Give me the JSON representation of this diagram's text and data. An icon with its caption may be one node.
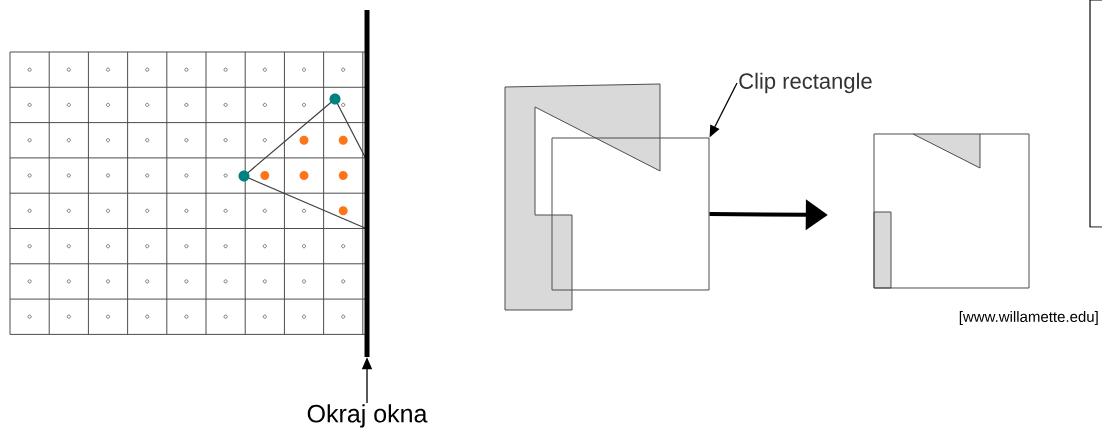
{
  "diagram": {
    "nodes": [
      {
        "text": [
          "Okraj okna"
        ]
      },
      {
        "text": [],
        "shape": "bar"
      },
      {
        "text": [
          "Clip rectangle"
        ]
      },
      {
        "text": [],
        "shape": "picture"
      },
      {
        "text": [],
        "shape": "box"
      },
      {
        "text": [],
        "shape": "picture"
      }
    ],
    "edges": [
      {
        "from": 0,
        "to": 1,
        "arrow": "to"
      },
      {
        "from": 2,
        "to": 4,
        "arrow": "to"
      },
      {
        "from": 4,
        "to": 5,
        "arrow": "to",
        "style": "thick"
      }
    ],
    "labels": [
      "[www.willamette.edu]"
    ]
  }
}
